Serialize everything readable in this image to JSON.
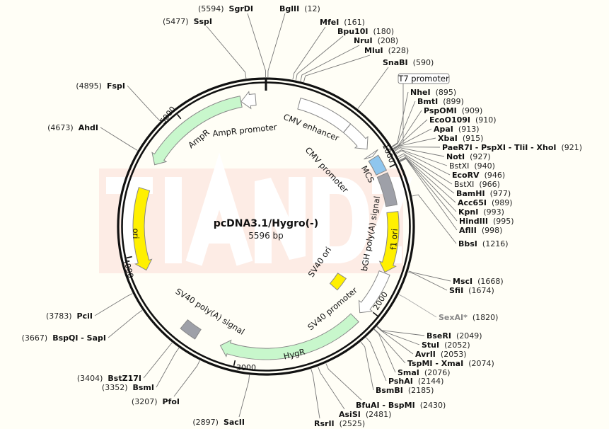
{
  "plasmid": {
    "name": "pcDNA3.1/Hygro(-)",
    "length_label": "5596 bp",
    "length": 5596
  },
  "watermark": "TIANDZ",
  "ticks": [
    1000,
    2000,
    3000,
    4000,
    5000
  ],
  "colors": {
    "white_feature": "#ffffff",
    "marker": "#c8f7cc",
    "ori": "#fff000",
    "mcs": "#8fc6ee",
    "polyA": "#9ea0a8",
    "background": "#fffef6",
    "watermark_bg": "#fde9e2",
    "dim_site": "#888888"
  },
  "features": [
    {
      "name": "CMV enhancer",
      "start": 235,
      "end": 614,
      "type": "white",
      "dir": 0,
      "track": "main"
    },
    {
      "name": "CMV promoter",
      "start": 615,
      "end": 818,
      "type": "white",
      "dir": 1,
      "track": "main"
    },
    {
      "name": "T7 promoter",
      "start": 863,
      "end": 882,
      "type": "white",
      "dir": 1,
      "track": "main"
    },
    {
      "name": "MCS",
      "start": 895,
      "end": 1010,
      "type": "mcs",
      "dir": 0,
      "track": "main"
    },
    {
      "name": "bGH poly(A) signal",
      "start": 1028,
      "end": 1252,
      "type": "polyA",
      "dir": 0,
      "track": "main"
    },
    {
      "name": "f1 ori",
      "start": 1298,
      "end": 1726,
      "type": "ori",
      "dir": 1,
      "track": "main"
    },
    {
      "name": "SV40 promoter",
      "start": 1731,
      "end": 2060,
      "type": "white",
      "dir": 1,
      "track": "main"
    },
    {
      "name": "SV40 ori",
      "start": 1911,
      "end": 2046,
      "type": "ori",
      "dir": 0,
      "track": "inner"
    },
    {
      "name": "HygR",
      "start": 2110,
      "end": 3125,
      "type": "marker",
      "dir": 1,
      "track": "main"
    },
    {
      "name": "SV40 poly(A) signal",
      "start": 3300,
      "end": 3420,
      "type": "polyA",
      "dir": 0,
      "track": "main"
    },
    {
      "name": "ori",
      "start": 3886,
      "end": 4463,
      "type": "ori",
      "dir": -1,
      "track": "main"
    },
    {
      "name": "AmpR",
      "start": 4648,
      "end": 5420,
      "type": "marker",
      "dir": -1,
      "track": "main"
    },
    {
      "name": "AmpR promoter",
      "start": 5421,
      "end": 5524,
      "type": "white",
      "dir": -1,
      "track": "main"
    }
  ],
  "sites": [
    {
      "name": "SgrDI",
      "pos": 5594,
      "pos_label": "(5594)"
    },
    {
      "name": "BglII",
      "pos": 12,
      "pos_label": "(12)"
    },
    {
      "name": "SspI",
      "pos": 5477,
      "pos_label": "(5477)"
    },
    {
      "name": "MfeI",
      "pos": 161,
      "pos_label": "(161)"
    },
    {
      "name": "Bpu10I",
      "pos": 180,
      "pos_label": "(180)"
    },
    {
      "name": "NruI",
      "pos": 208,
      "pos_label": "(208)"
    },
    {
      "name": "MluI",
      "pos": 228,
      "pos_label": "(228)"
    },
    {
      "name": "SnaBI",
      "pos": 590,
      "pos_label": "(590)"
    },
    {
      "name": "NheI",
      "pos": 895,
      "pos_label": "(895)"
    },
    {
      "name": "BmtI",
      "pos": 899,
      "pos_label": "(899)"
    },
    {
      "name": "PspOMI",
      "pos": 909,
      "pos_label": "(909)"
    },
    {
      "name": "EcoO109I",
      "pos": 910,
      "pos_label": "(910)"
    },
    {
      "name": "ApaI",
      "pos": 913,
      "pos_label": "(913)"
    },
    {
      "name": "XbaI",
      "pos": 915,
      "pos_label": "(915)"
    },
    {
      "name": "PaeR7I - PspXI - TliI - XhoI",
      "pos": 921,
      "pos_label": "(921)"
    },
    {
      "name": "NotI",
      "pos": 927,
      "pos_label": "(927)"
    },
    {
      "name": "BstXI",
      "pos": 940,
      "pos_label": "(940)",
      "style": "normal"
    },
    {
      "name": "EcoRV",
      "pos": 946,
      "pos_label": "(946)"
    },
    {
      "name": "BstXI",
      "pos": 966,
      "pos_label": "(966)",
      "style": "normal"
    },
    {
      "name": "BamHI",
      "pos": 977,
      "pos_label": "(977)"
    },
    {
      "name": "Acc65I",
      "pos": 989,
      "pos_label": "(989)"
    },
    {
      "name": "KpnI",
      "pos": 993,
      "pos_label": "(993)"
    },
    {
      "name": "HindIII",
      "pos": 995,
      "pos_label": "(995)"
    },
    {
      "name": "AflII",
      "pos": 998,
      "pos_label": "(998)"
    },
    {
      "name": "BbsI",
      "pos": 1216,
      "pos_label": "(1216)"
    },
    {
      "name": "MscI",
      "pos": 1668,
      "pos_label": "(1668)"
    },
    {
      "name": "SfiI",
      "pos": 1674,
      "pos_label": "(1674)"
    },
    {
      "name": "SexAI*",
      "pos": 1820,
      "pos_label": "(1820)",
      "style": "dim"
    },
    {
      "name": "BseRI",
      "pos": 2049,
      "pos_label": "(2049)"
    },
    {
      "name": "StuI",
      "pos": 2052,
      "pos_label": "(2052)"
    },
    {
      "name": "AvrII",
      "pos": 2053,
      "pos_label": "(2053)"
    },
    {
      "name": "TspMI - XmaI",
      "pos": 2074,
      "pos_label": "(2074)"
    },
    {
      "name": "SmaI",
      "pos": 2076,
      "pos_label": "(2076)"
    },
    {
      "name": "PshAI",
      "pos": 2144,
      "pos_label": "(2144)"
    },
    {
      "name": "BsmBI",
      "pos": 2185,
      "pos_label": "(2185)"
    },
    {
      "name": "BfuAI - BspMI",
      "pos": 2430,
      "pos_label": "(2430)"
    },
    {
      "name": "AsiSI",
      "pos": 2481,
      "pos_label": "(2481)"
    },
    {
      "name": "RsrII",
      "pos": 2525,
      "pos_label": "(2525)"
    },
    {
      "name": "SacII",
      "pos": 2897,
      "pos_label": "(2897)"
    },
    {
      "name": "PfoI",
      "pos": 3207,
      "pos_label": "(3207)"
    },
    {
      "name": "BsmI",
      "pos": 3352,
      "pos_label": "(3352)"
    },
    {
      "name": "BstZ17I",
      "pos": 3404,
      "pos_label": "(3404)"
    },
    {
      "name": "BspQI - SapI",
      "pos": 3667,
      "pos_label": "(3667)"
    },
    {
      "name": "PciI",
      "pos": 3783,
      "pos_label": "(3783)"
    },
    {
      "name": "AhdI",
      "pos": 4673,
      "pos_label": "(4673)"
    },
    {
      "name": "FspI",
      "pos": 4895,
      "pos_label": "(4895)"
    }
  ]
}
